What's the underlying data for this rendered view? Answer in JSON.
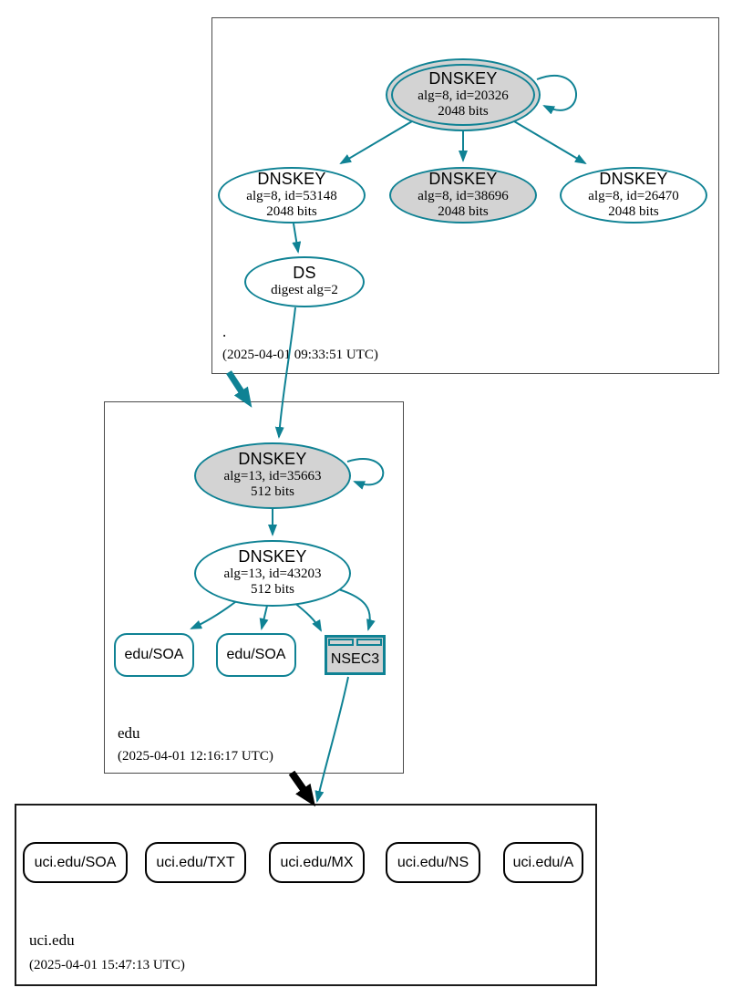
{
  "colors": {
    "edge_teal": "#0f8294",
    "ksk_fill_gray": "#d3d3d3",
    "node_fill_white": "#ffffff",
    "zone_border": "#4a4a4a",
    "uci_zone_border": "#1b1b1b",
    "delegation_black": "#000000"
  },
  "zones": {
    "root": {
      "label": ".",
      "timestamp": "(2025-04-01 09:33:51 UTC)",
      "ksk": {
        "title": "DNSKEY",
        "alg": "alg=8, id=20326",
        "bits": "2048 bits"
      },
      "zsk_53148": {
        "title": "DNSKEY",
        "alg": "alg=8, id=53148",
        "bits": "2048 bits"
      },
      "zsk_38696": {
        "title": "DNSKEY",
        "alg": "alg=8, id=38696",
        "bits": "2048 bits"
      },
      "zsk_26470": {
        "title": "DNSKEY",
        "alg": "alg=8, id=26470",
        "bits": "2048 bits"
      },
      "ds": {
        "title": "DS",
        "alg": "digest alg=2"
      }
    },
    "edu": {
      "label": "edu",
      "timestamp": "(2025-04-01 12:16:17 UTC)",
      "ksk": {
        "title": "DNSKEY",
        "alg": "alg=13, id=35663",
        "bits": "512 bits"
      },
      "zsk": {
        "title": "DNSKEY",
        "alg": "alg=13, id=43203",
        "bits": "512 bits"
      },
      "soa1": {
        "label": "edu/SOA"
      },
      "soa2": {
        "label": "edu/SOA"
      },
      "nsec3": {
        "label": "NSEC3"
      }
    },
    "uci_edu": {
      "label": "uci.edu",
      "timestamp": "(2025-04-01 15:47:13 UTC)",
      "rrsets": [
        {
          "label": "uci.edu/SOA"
        },
        {
          "label": "uci.edu/TXT"
        },
        {
          "label": "uci.edu/MX"
        },
        {
          "label": "uci.edu/NS"
        },
        {
          "label": "uci.edu/A"
        }
      ]
    }
  }
}
